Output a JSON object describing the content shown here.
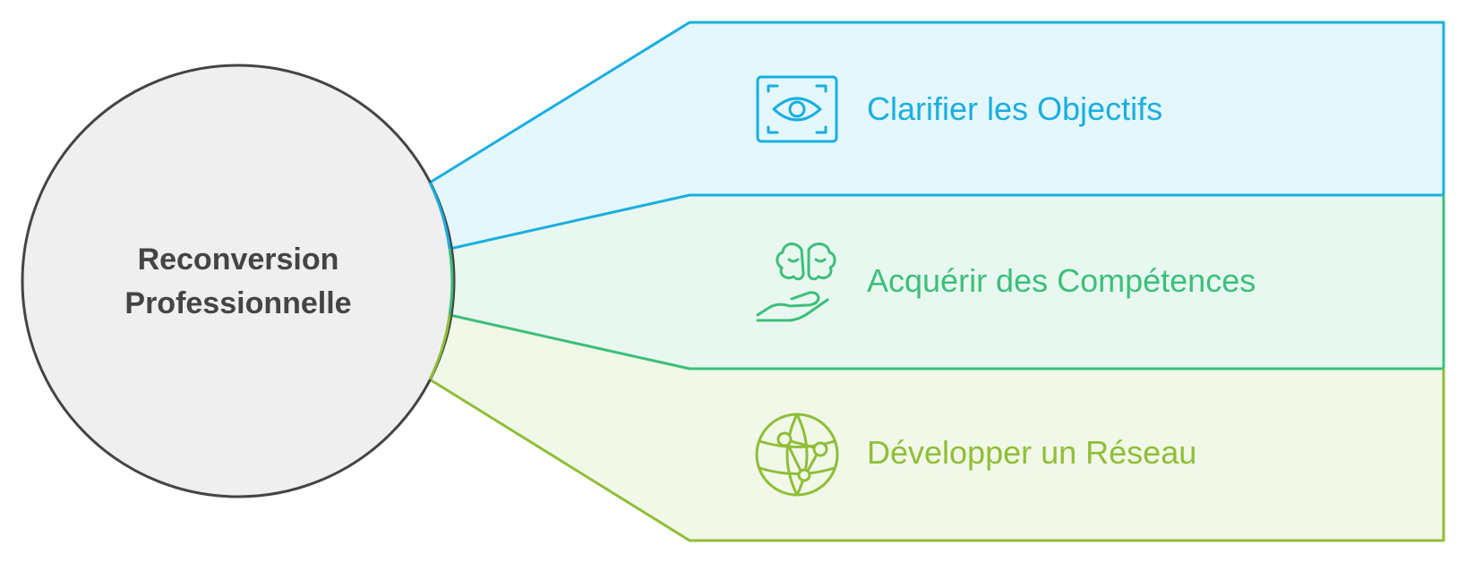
{
  "center": {
    "line1": "Reconversion",
    "line2": "Professionnelle"
  },
  "branches": [
    {
      "label": "Clarifier les Objectifs",
      "icon": "eye-icon",
      "color": "#1aaee0",
      "fill": "#e3f7fd"
    },
    {
      "label": "Acquérir des Compétences",
      "icon": "brain-hand-icon",
      "color": "#3cbf7a",
      "fill": "#e8f8f0"
    },
    {
      "label": "Développer un Réseau",
      "icon": "globe-network-icon",
      "color": "#8fbe38",
      "fill": "#f1f8e7"
    }
  ],
  "colors": {
    "circle_fill": "#efefef",
    "circle_stroke": "#444444",
    "text_dark": "#444444"
  }
}
